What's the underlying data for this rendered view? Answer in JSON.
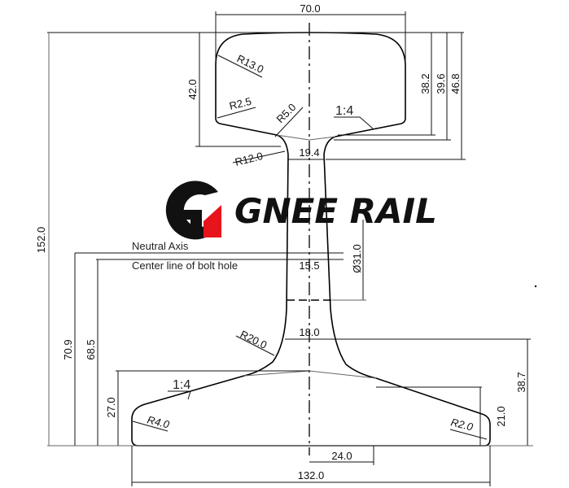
{
  "title": "Rail cross-section drawing",
  "brand": {
    "name": "GNEE RAIL",
    "accent": "#e8141b",
    "dark": "#111111"
  },
  "dimensions": {
    "head_width": "70.0",
    "head_height": "42.0",
    "total_height": "152.0",
    "dim_38_2": "38.2",
    "dim_39_6": "39.6",
    "dim_46_8": "46.8",
    "web_top_width": "19.4",
    "bolt_hole_web_width": "15.5",
    "bolt_hole_diameter": "Ø31.0",
    "web_bottom_width": "18.0",
    "neutral_axis_height": "70.9",
    "bolt_hole_height": "68.5",
    "base_slope_height": "27.0",
    "foot_edge_height": "21.0",
    "dim_38_7": "38.7",
    "half_base_offset": "24.0",
    "base_width": "132.0"
  },
  "radii": {
    "r13": "R13.0",
    "r2_5": "R2.5",
    "r5": "R5.0",
    "r12": "R12.0",
    "r20": "R20.0",
    "r4": "R4.0",
    "r2": "R2.0"
  },
  "slopes": {
    "head": "1:4",
    "base": "1:4"
  },
  "labels": {
    "neutral_axis": "Neutral Axis",
    "bolt_center": "Center line of bolt hole"
  }
}
